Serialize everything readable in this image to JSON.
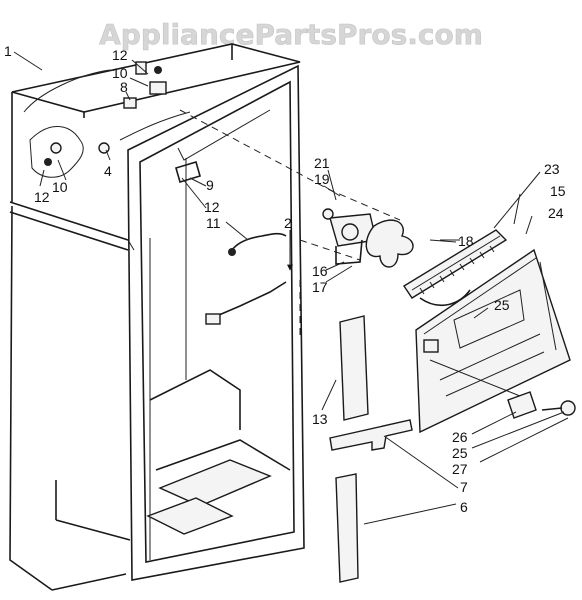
{
  "watermark": "AppliancePartsPros.com",
  "callouts": {
    "c1": "1",
    "c12a": "12",
    "c10a": "10",
    "c8": "8",
    "c4": "4",
    "c10b": "10",
    "c12b": "12",
    "c9": "9",
    "c12c": "12",
    "c11": "11",
    "c2": "2",
    "c21": "21",
    "c19": "19",
    "c23": "23",
    "c15": "15",
    "c24": "24",
    "c18": "18",
    "c16": "16",
    "c17": "17",
    "c25a": "25",
    "c13": "13",
    "c26": "26",
    "c25b": "25",
    "c27": "27",
    "c7": "7",
    "c6": "6"
  }
}
